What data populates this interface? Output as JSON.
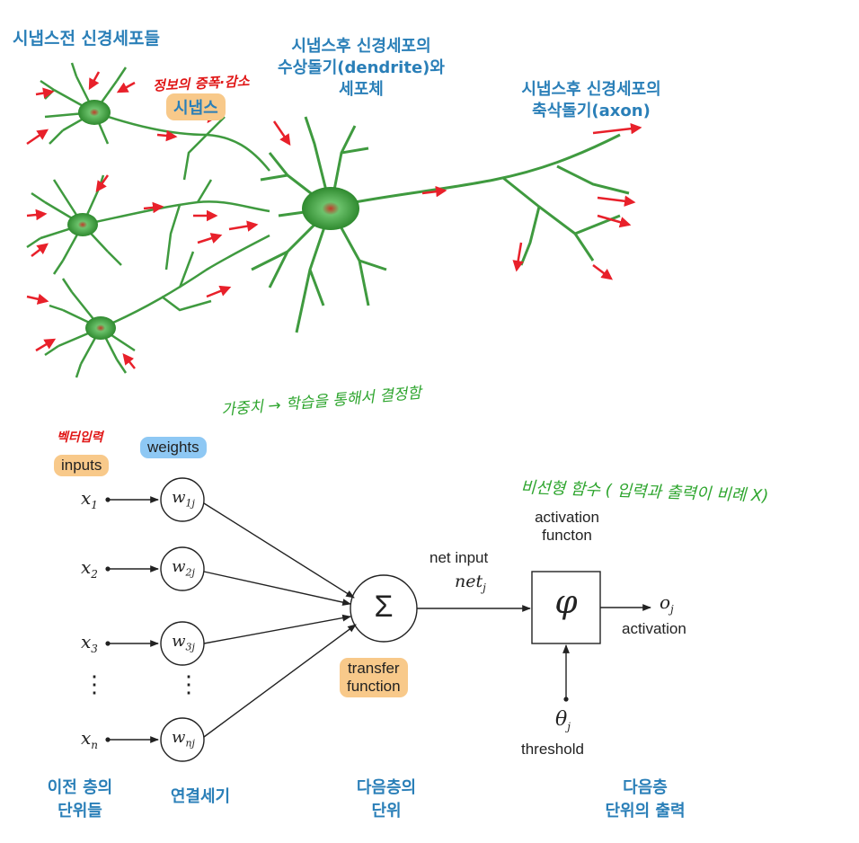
{
  "neuron": {
    "presynaptic_label": "시냅스전 신경세포들",
    "postsynaptic_dendrite_label_1": "시냅스후 신경세포의",
    "postsynaptic_dendrite_label_2": "수상돌기(dendrite)와",
    "postsynaptic_dendrite_label_3": "세포체",
    "axon_label_1": "시냅스후 신경세포의",
    "axon_label_2": "축삭돌기(axon)",
    "synapse_label": "시냅스",
    "synapse_note": "정보의 증폭·감소"
  },
  "perceptron": {
    "inputs_label": "inputs",
    "inputs_note": "벡터입력",
    "weights_label": "weights",
    "weights_note": "가중치 → 학습을 통해서 결정함",
    "inputs": [
      {
        "sym": "x",
        "sub": "1"
      },
      {
        "sym": "x",
        "sub": "2"
      },
      {
        "sym": "x",
        "sub": "3"
      },
      {
        "sym": "x",
        "sub": "n"
      }
    ],
    "weights": [
      {
        "sym": "w",
        "sub": "1j"
      },
      {
        "sym": "w",
        "sub": "2j"
      },
      {
        "sym": "w",
        "sub": "3j"
      },
      {
        "sym": "w",
        "sub": "nj"
      }
    ],
    "sum_symbol": "Σ",
    "transfer_label_1": "transfer",
    "transfer_label_2": "function",
    "net_input_label": "net input",
    "net_sym": "net",
    "net_sub": "j",
    "activation_note": "비선형 함수 ( 입력과 출력이 비례 X)",
    "activation_label_1": "activation",
    "activation_label_2": "functon",
    "phi_symbol": "φ",
    "output_sym": "o",
    "output_sub": "j",
    "output_label": "activation",
    "theta_sym": "θ",
    "theta_sub": "j",
    "threshold_label": "threshold",
    "dots": "⋮"
  },
  "bottom_labels": {
    "prev_layer_1": "이전 층의",
    "prev_layer_2": "단위들",
    "connection": "연결세기",
    "next_unit_1": "다음층의",
    "next_unit_2": "단위",
    "next_output_1": "다음층",
    "next_output_2": "단위의 출력"
  },
  "colors": {
    "neuron_green": "#3f9a3f",
    "arrow_red": "#e8202a",
    "label_blue": "#2a7fb8",
    "highlight_orange": "#f8c98a",
    "highlight_blue": "#8ec8f4"
  }
}
